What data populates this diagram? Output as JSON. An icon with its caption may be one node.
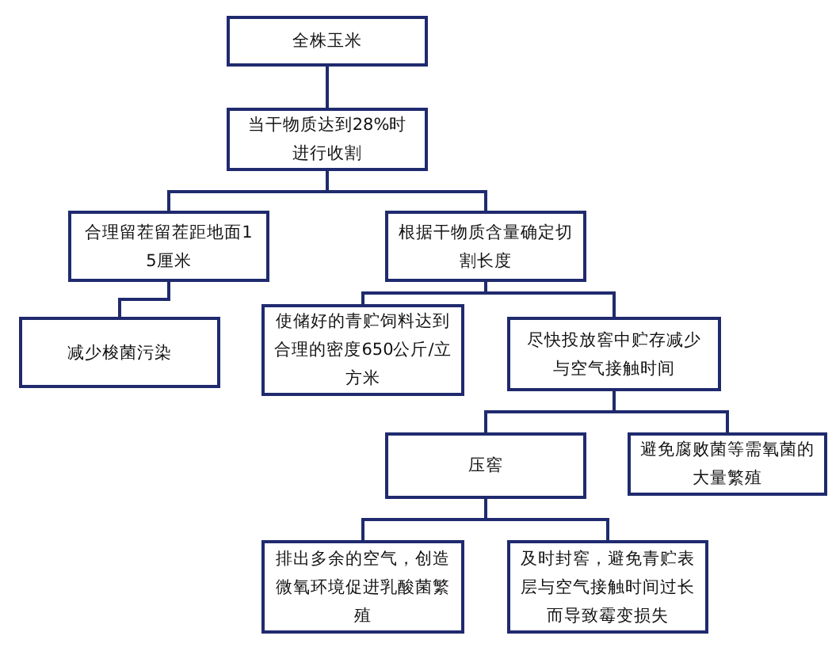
{
  "diagram": {
    "nodes": [
      {
        "text": [
          "全株玉米"
        ]
      },
      {
        "text": [
          "当干物质达到28%时进行收割"
        ]
      },
      {
        "text": [
          "合理留茬留茬距地面15厘米"
        ]
      },
      {
        "text": [
          "根据干物质含量确定切割长度"
        ]
      },
      {
        "text": [
          "减少梭菌污染"
        ]
      },
      {
        "text": [
          "使储好的青贮饲料达到合理的密度650公斤/立方米"
        ]
      },
      {
        "text": [
          "尽快投放窖中贮存减少与空气接触时间"
        ]
      },
      {
        "text": [
          "压窖"
        ]
      },
      {
        "text": [
          "避免腐败菌等需氧菌的大量繁殖"
        ]
      },
      {
        "text": [
          "排出多余的空气，创造微氧环境促进乳酸菌繁殖"
        ]
      },
      {
        "text": [
          "及时封窖，避免青贮表层与空气接触时间过长而导致霉变损失"
        ]
      }
    ],
    "edges": [
      {
        "from": 0,
        "to": 1,
        "arrow": "none"
      },
      {
        "from": 1,
        "to": 2,
        "arrow": "none"
      },
      {
        "from": 1,
        "to": 3,
        "arrow": "none"
      },
      {
        "from": 2,
        "to": 4,
        "arrow": "none"
      },
      {
        "from": 3,
        "to": 5,
        "arrow": "none"
      },
      {
        "from": 3,
        "to": 6,
        "arrow": "none"
      },
      {
        "from": 6,
        "to": 7,
        "arrow": "none"
      },
      {
        "from": 6,
        "to": 8,
        "arrow": "none"
      },
      {
        "from": 7,
        "to": 9,
        "arrow": "none"
      },
      {
        "from": 7,
        "to": 10,
        "arrow": "none"
      }
    ]
  }
}
